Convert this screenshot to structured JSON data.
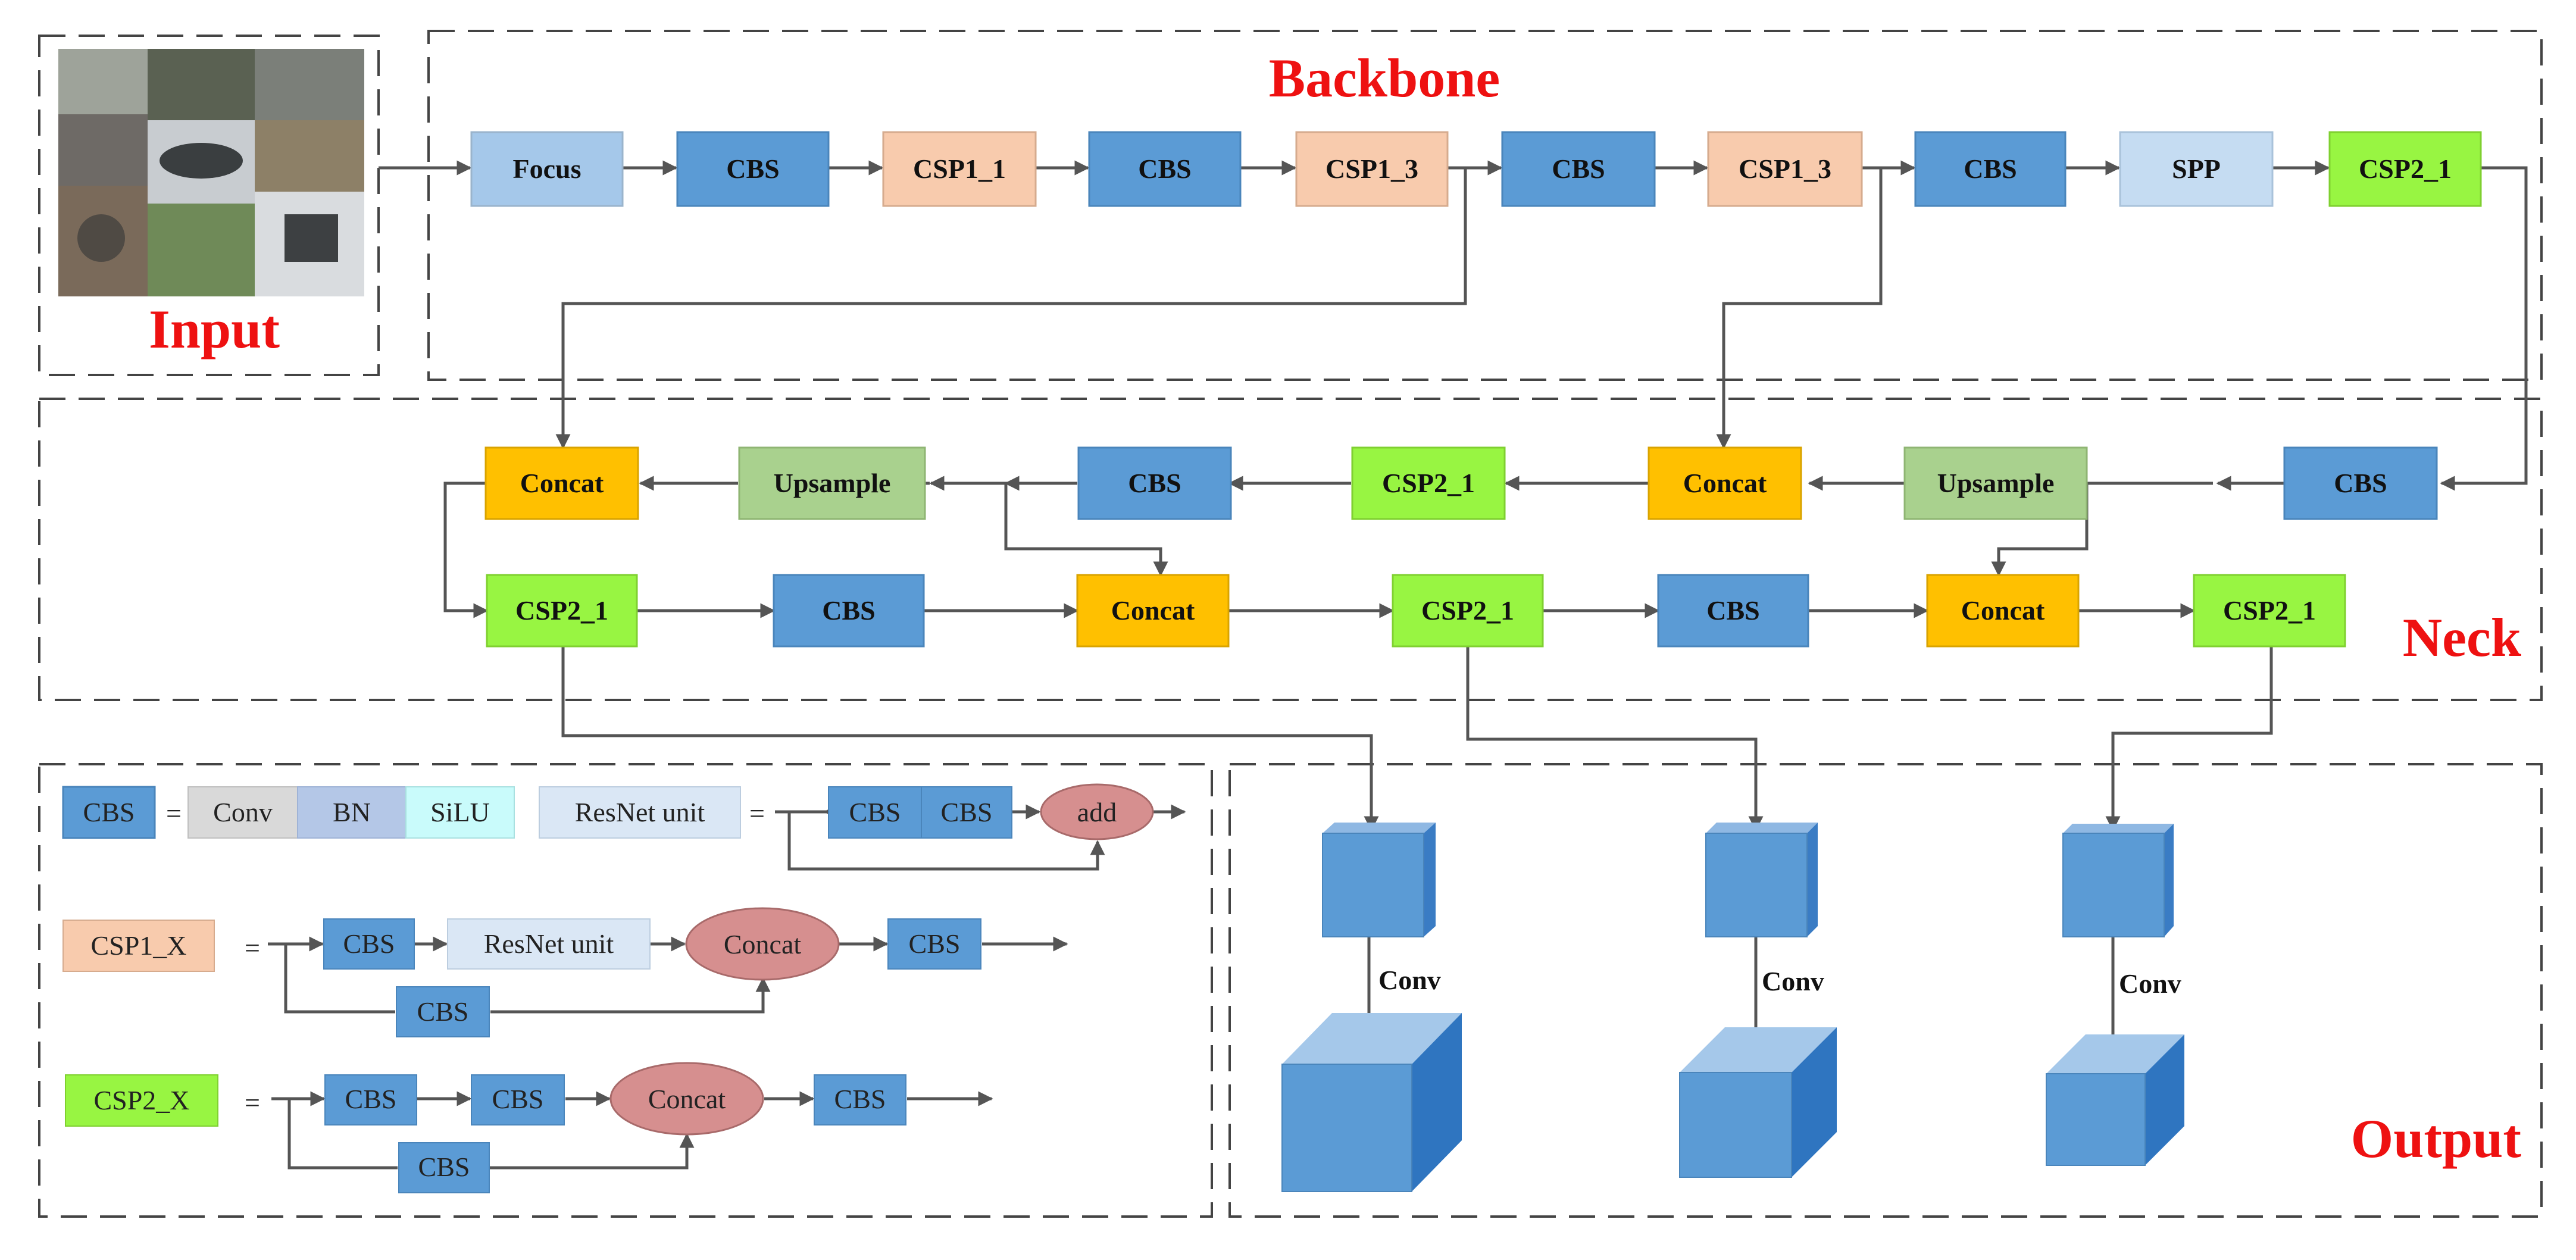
{
  "sections": {
    "input": "Input",
    "backbone": "Backbone",
    "neck": "Neck",
    "output": "Output"
  },
  "backbone_blocks": [
    "Focus",
    "CBS",
    "CSP1_1",
    "CBS",
    "CSP1_3",
    "CBS",
    "CSP1_3",
    "CBS",
    "SPP",
    "CSP2_1"
  ],
  "neck": {
    "row1": [
      "Concat",
      "Upsample",
      "CBS",
      "CSP2_1",
      "Concat",
      "Upsample",
      "CBS"
    ],
    "row2": [
      "CSP2_1",
      "CBS",
      "Concat",
      "CSP2_1",
      "CBS",
      "Concat",
      "CSP2_1"
    ]
  },
  "output": {
    "conv_label": "Conv"
  },
  "legend": {
    "equals": "=",
    "cbs": {
      "name": "CBS",
      "parts": [
        "Conv",
        "BN",
        "SiLU"
      ]
    },
    "resnet": {
      "name": "ResNet unit",
      "cbs1": "CBS",
      "cbs2": "CBS",
      "add": "add"
    },
    "csp1": {
      "name": "CSP1_X",
      "cbs_in": "CBS",
      "resnet": "ResNet unit",
      "concat": "Concat",
      "cbs_out": "CBS",
      "cbs_skip": "CBS"
    },
    "csp2": {
      "name": "CSP2_X",
      "cbs1": "CBS",
      "cbs2": "CBS",
      "concat": "Concat",
      "cbs_out": "CBS",
      "cbs_skip": "CBS"
    }
  },
  "colors": {
    "focus": "#a5c8ea",
    "cbs": "#5b9bd5",
    "csp1": "#f8cbad",
    "csp2": "#98f542",
    "spp": "#c5dcf2",
    "concat": "#ffc000",
    "upsample": "#a9d18e",
    "ellipse": "#d68f8f",
    "section_label": "#ee1111",
    "line": "#555555"
  }
}
